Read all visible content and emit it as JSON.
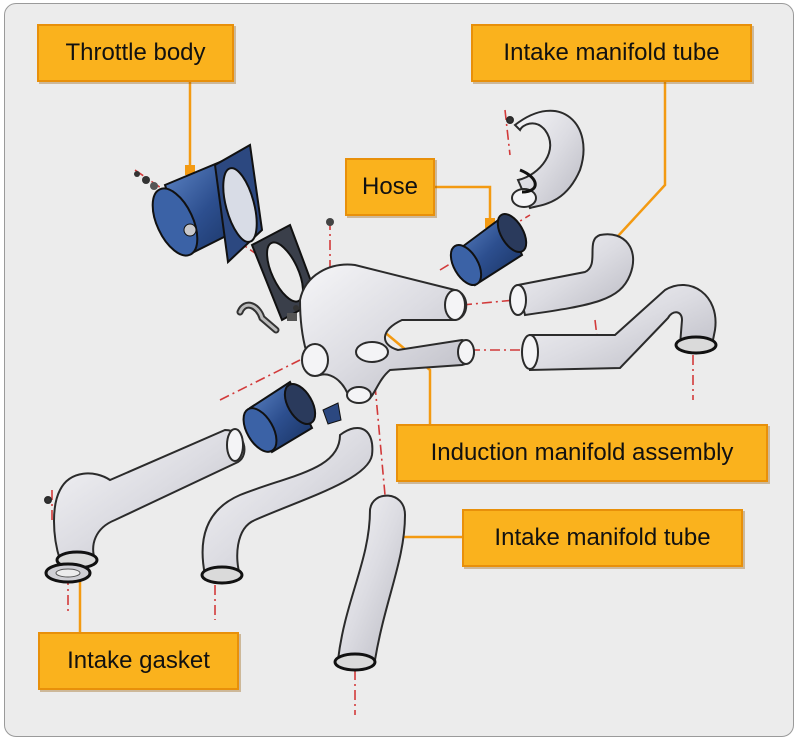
{
  "diagram": {
    "labels": {
      "throttle_body": "Throttle body",
      "intake_manifold_tube_top": "Intake manifold tube",
      "hose": "Hose",
      "induction_manifold_assembly": "Induction manifold assembly",
      "intake_manifold_tube_bottom": "Intake manifold tube",
      "intake_gasket": "Intake gasket"
    },
    "colors": {
      "callout_fill": "#fab21d",
      "callout_border": "#e8900a",
      "leader_line": "#f39a12",
      "center_line": "#d23a3a",
      "tube_fill": "#e4e4e8",
      "tube_outline": "#2b2b2b",
      "hose_blue": "#2d4f8f",
      "background": "#ececec"
    }
  }
}
